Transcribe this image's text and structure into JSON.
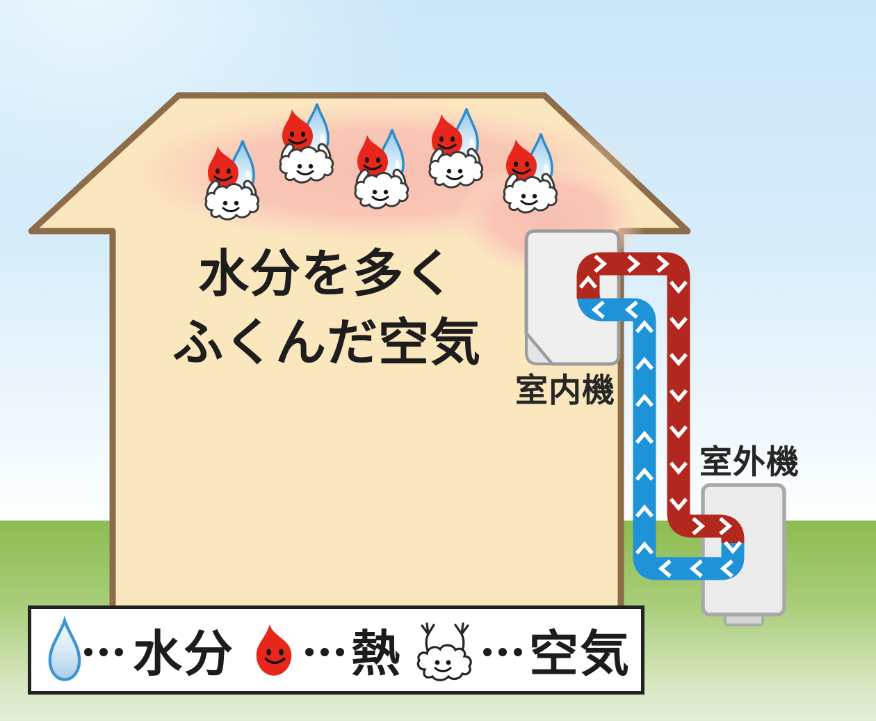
{
  "house": {
    "caption_line1": "水分を多く",
    "caption_line2": "ふくんだ空気",
    "humid_air_group_count": 5
  },
  "units": {
    "indoor_label": "室内機",
    "outdoor_label": "室外機"
  },
  "legend": {
    "separator": "…",
    "items": [
      {
        "icon": "moisture-droplet-icon",
        "label": "水分"
      },
      {
        "icon": "heat-droplet-icon",
        "label": "熱"
      },
      {
        "icon": "air-cloud-icon",
        "label": "空気"
      }
    ]
  },
  "colors": {
    "hot_pipe": "#b2271e",
    "cold_pipe": "#1e93d8",
    "heat_droplet": "#e7271b",
    "moisture_droplet_stroke": "#3b94d4",
    "wall_fill": "#fbe7bd",
    "house_outline": "#8d6c49",
    "sky_top": "#c9e7f9",
    "grass_top": "#8cbc51",
    "humid_glow_pink": "#f8beb2"
  }
}
